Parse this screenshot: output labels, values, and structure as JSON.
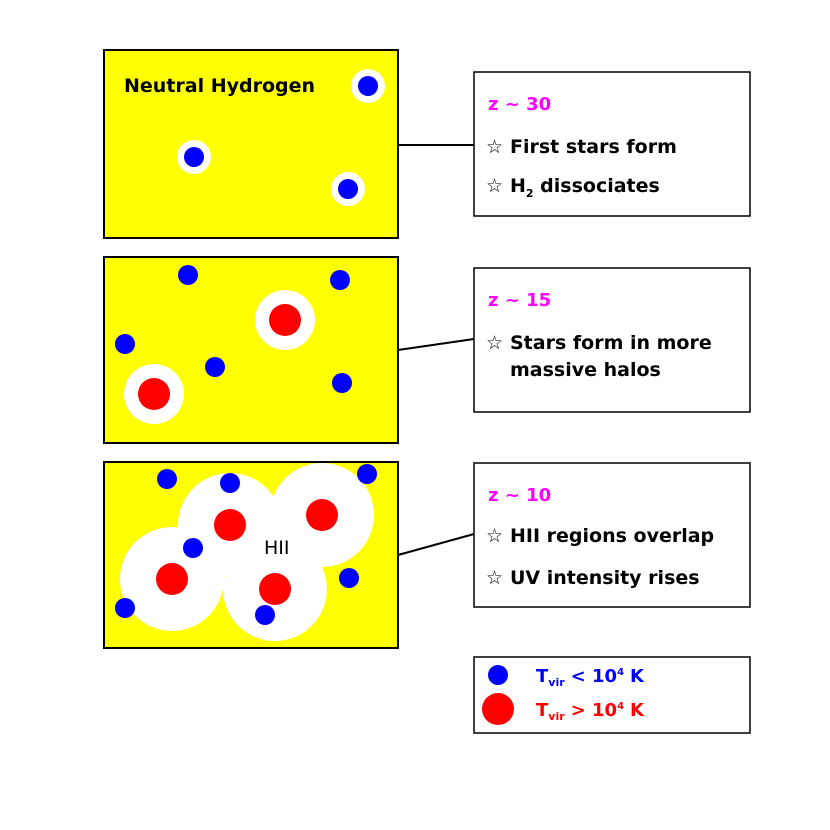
{
  "panels": [
    {
      "title": "Neutral Hydrogen",
      "center_label": "",
      "info": {
        "redshift": "z ~ 30",
        "bullets": [
          "First stars form",
          "H2 dissociates"
        ]
      }
    },
    {
      "title": "",
      "center_label": "",
      "info": {
        "redshift": "z ~ 15",
        "bullets": [
          "Stars form in more",
          "massive halos"
        ]
      }
    },
    {
      "title": "",
      "center_label": "HII",
      "info": {
        "redshift": "z ~ 10",
        "bullets": [
          "HII regions overlap",
          "UV intensity rises"
        ]
      }
    }
  ],
  "bullet_symbol": "☆",
  "legend": {
    "small": {
      "label": "T",
      "sub": "vir",
      "relation": "< 10",
      "exp": "4",
      "unit": "K",
      "color": "#0000ff"
    },
    "large": {
      "label": "T",
      "sub": "vir",
      "relation": "> 10",
      "exp": "4",
      "unit": "K",
      "color": "#ff0000"
    }
  },
  "colors": {
    "panel_fill": "#ffff00",
    "redshift_text": "#ff00ff",
    "small_halo": "#0000ff",
    "large_halo": "#ff0000",
    "ionized_region": "#ffffff"
  }
}
